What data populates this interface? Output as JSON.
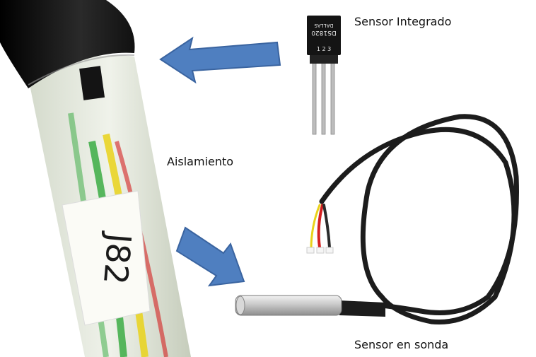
{
  "labels": {
    "integrated_sensor": "Sensor Integrado",
    "insulation": "Aislamiento",
    "probe_sensor": "Sensor en sonda"
  },
  "chip": {
    "brand": "DALLAS",
    "model": "DS1820",
    "pins": "1 2 3"
  },
  "tube_label": "J82",
  "colors": {
    "arrow_fill": "#4f7fc0",
    "arrow_stroke": "#3a64a0",
    "tube_cap": "#1a1a1a",
    "cable": "#1c1c1c",
    "wire_red": "#d42020",
    "wire_yellow": "#e9d21a",
    "wire_green": "#2fa83a",
    "probe_metal": "#c8c8c8"
  }
}
